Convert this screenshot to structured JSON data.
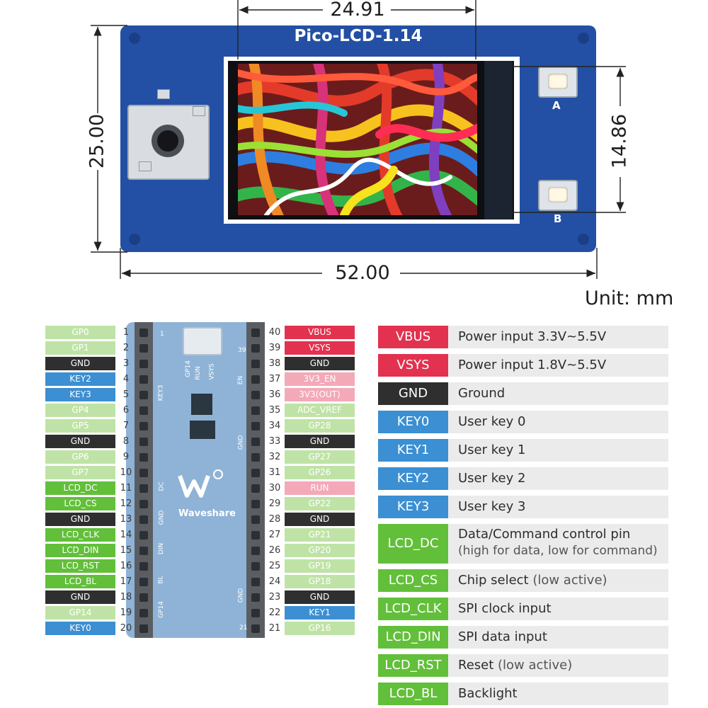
{
  "board": {
    "title": "Pico-LCD-1.14",
    "button_a": "A",
    "button_b": "B",
    "colors": {
      "pcb": "#2350a4"
    }
  },
  "dimensions": {
    "screen_width": "24.91",
    "board_height": "25.00",
    "screen_height": "14.86",
    "board_width": "52.00",
    "unit": "Unit: mm"
  },
  "pico_labels": [
    "1",
    "39",
    "EN",
    "VSYS",
    "GP14",
    "RUN",
    "KEY3",
    "DC",
    "GND",
    "DIN",
    "BL",
    "GP14",
    "21",
    "Waveshare",
    "GND",
    "GND"
  ],
  "pins_left": [
    {
      "num": "1",
      "label": "GP0",
      "color": "#bfe3a6"
    },
    {
      "num": "2",
      "label": "GP1",
      "color": "#bfe3a6"
    },
    {
      "num": "3",
      "label": "GND",
      "color": "#2f2f2f"
    },
    {
      "num": "4",
      "label": "KEY2",
      "color": "#3b8fd2"
    },
    {
      "num": "5",
      "label": "KEY3",
      "color": "#3b8fd2"
    },
    {
      "num": "6",
      "label": "GP4",
      "color": "#bfe3a6"
    },
    {
      "num": "7",
      "label": "GP5",
      "color": "#bfe3a6"
    },
    {
      "num": "8",
      "label": "GND",
      "color": "#2f2f2f"
    },
    {
      "num": "9",
      "label": "GP6",
      "color": "#bfe3a6"
    },
    {
      "num": "10",
      "label": "GP7",
      "color": "#bfe3a6"
    },
    {
      "num": "11",
      "label": "LCD_DC",
      "color": "#62bf3a"
    },
    {
      "num": "12",
      "label": "LCD_CS",
      "color": "#62bf3a"
    },
    {
      "num": "13",
      "label": "GND",
      "color": "#2f2f2f"
    },
    {
      "num": "14",
      "label": "LCD_CLK",
      "color": "#62bf3a"
    },
    {
      "num": "15",
      "label": "LCD_DIN",
      "color": "#62bf3a"
    },
    {
      "num": "16",
      "label": "LCD_RST",
      "color": "#62bf3a"
    },
    {
      "num": "17",
      "label": "LCD_BL",
      "color": "#62bf3a"
    },
    {
      "num": "18",
      "label": "GND",
      "color": "#2f2f2f"
    },
    {
      "num": "19",
      "label": "GP14",
      "color": "#bfe3a6"
    },
    {
      "num": "20",
      "label": "KEY0",
      "color": "#3b8fd2"
    }
  ],
  "pins_right": [
    {
      "num": "40",
      "label": "VBUS",
      "color": "#e2324f"
    },
    {
      "num": "39",
      "label": "VSYS",
      "color": "#e2324f"
    },
    {
      "num": "38",
      "label": "GND",
      "color": "#2f2f2f"
    },
    {
      "num": "37",
      "label": "3V3_EN",
      "color": "#f3a9b8"
    },
    {
      "num": "36",
      "label": "3V3(OUT)",
      "color": "#f3a9b8"
    },
    {
      "num": "35",
      "label": "ADC_VREF",
      "color": "#bfe3a6"
    },
    {
      "num": "34",
      "label": "GP28",
      "color": "#bfe3a6"
    },
    {
      "num": "33",
      "label": "GND",
      "color": "#2f2f2f"
    },
    {
      "num": "32",
      "label": "GP27",
      "color": "#bfe3a6"
    },
    {
      "num": "31",
      "label": "GP26",
      "color": "#bfe3a6"
    },
    {
      "num": "30",
      "label": "RUN",
      "color": "#f3a9b8"
    },
    {
      "num": "29",
      "label": "GP22",
      "color": "#bfe3a6"
    },
    {
      "num": "28",
      "label": "GND",
      "color": "#2f2f2f"
    },
    {
      "num": "27",
      "label": "GP21",
      "color": "#bfe3a6"
    },
    {
      "num": "26",
      "label": "GP20",
      "color": "#bfe3a6"
    },
    {
      "num": "25",
      "label": "GP19",
      "color": "#bfe3a6"
    },
    {
      "num": "24",
      "label": "GP18",
      "color": "#bfe3a6"
    },
    {
      "num": "23",
      "label": "GND",
      "color": "#2f2f2f"
    },
    {
      "num": "22",
      "label": "KEY1",
      "color": "#3b8fd2"
    },
    {
      "num": "21",
      "label": "GP16",
      "color": "#bfe3a6"
    }
  ],
  "pin_table": [
    {
      "name": "VBUS",
      "desc": "Power input 3.3V~5.5V",
      "sub": "",
      "color": "#e2324f"
    },
    {
      "name": "VSYS",
      "desc": "Power input 1.8V~5.5V",
      "sub": "",
      "color": "#e2324f"
    },
    {
      "name": "GND",
      "desc": "Ground",
      "sub": "",
      "color": "#2f2f2f"
    },
    {
      "name": "KEY0",
      "desc": "User key 0",
      "sub": "",
      "color": "#3b8fd2"
    },
    {
      "name": "KEY1",
      "desc": "User key 1",
      "sub": "",
      "color": "#3b8fd2"
    },
    {
      "name": "KEY2",
      "desc": "User key 2",
      "sub": "",
      "color": "#3b8fd2"
    },
    {
      "name": "KEY3",
      "desc": "User key 3",
      "sub": "",
      "color": "#3b8fd2"
    },
    {
      "name": "LCD_DC",
      "desc": "Data/Command control pin",
      "sub": "(high for data, low for command)",
      "color": "#62bf3a"
    },
    {
      "name": "LCD_CS",
      "desc": "Chip select",
      "sub": "(low active)",
      "color": "#62bf3a"
    },
    {
      "name": "LCD_CLK",
      "desc": "SPI clock input",
      "sub": "",
      "color": "#62bf3a"
    },
    {
      "name": "LCD_DIN",
      "desc": "SPI data input",
      "sub": "",
      "color": "#62bf3a"
    },
    {
      "name": "LCD_RST",
      "desc": "Reset",
      "sub": "(low active)",
      "color": "#62bf3a"
    },
    {
      "name": "LCD_BL",
      "desc": "Backlight",
      "sub": "",
      "color": "#62bf3a"
    }
  ]
}
